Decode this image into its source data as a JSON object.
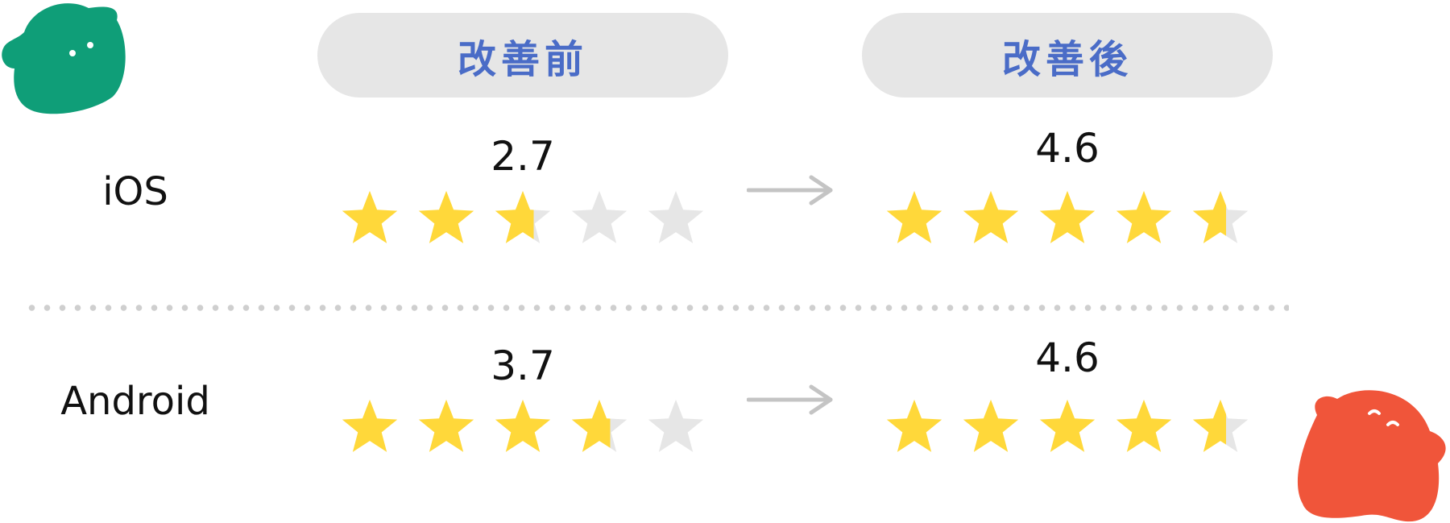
{
  "headers": {
    "before": "改善前",
    "after": "改善後"
  },
  "rows": [
    {
      "platform": "iOS",
      "before": {
        "rating": "2.7",
        "value": 2.7
      },
      "after": {
        "rating": "4.6",
        "value": 4.6
      }
    },
    {
      "platform": "Android",
      "before": {
        "rating": "3.7",
        "value": 3.7
      },
      "after": {
        "rating": "4.6",
        "value": 4.6
      }
    }
  ],
  "max_stars": 5,
  "colors": {
    "header_bg": "#e6e6e6",
    "header_text": "#4a6cc7",
    "star_filled": "#ffd83a",
    "star_empty": "#e6e6e6",
    "arrow": "#c4c4c4",
    "divider": "#cfcfcf",
    "mascot_green": "#0f9e78",
    "mascot_red": "#f0553a"
  }
}
